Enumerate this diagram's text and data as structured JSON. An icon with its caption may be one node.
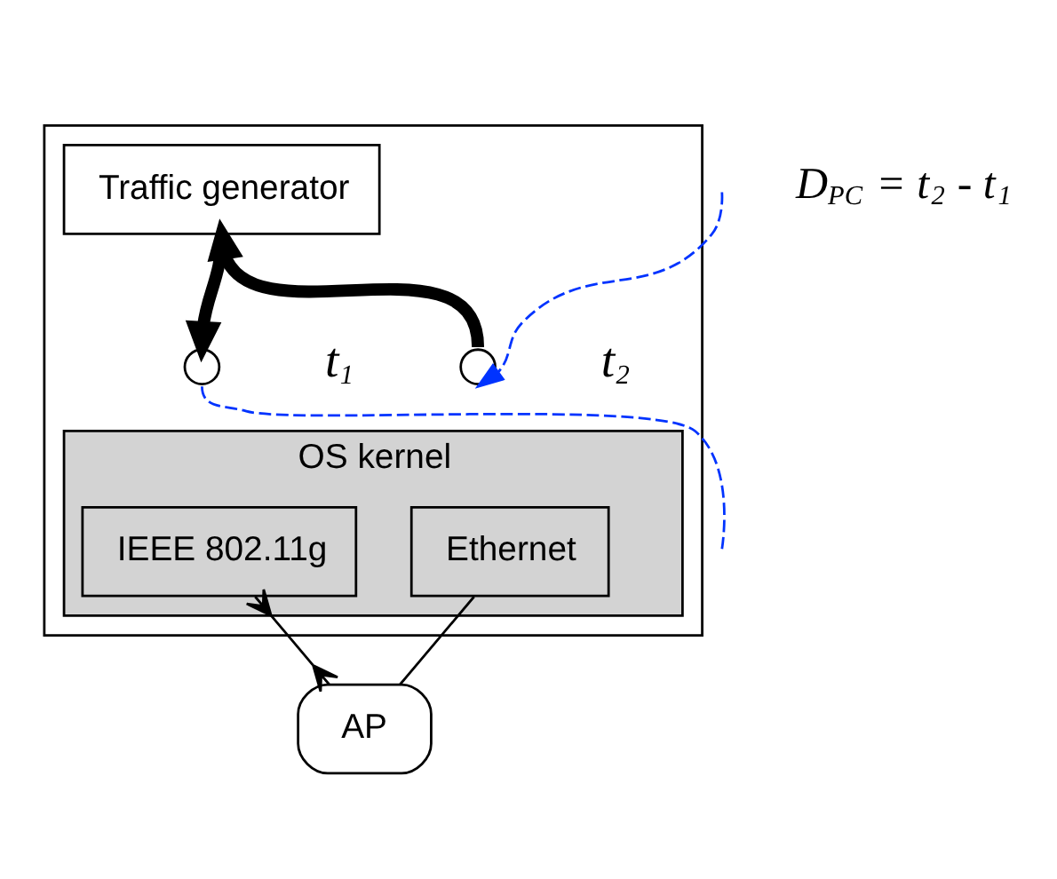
{
  "diagram": {
    "nodes": [
      {
        "text": [],
        "shape": "box"
      },
      {
        "text": [
          "Traffic generator"
        ],
        "in": 0
      },
      {
        "text": [
          "OS kernel"
        ],
        "in": 0
      },
      {
        "text": [],
        "shape": "circle",
        "in": 0,
        "beside": [
          "t$_{2}$"
        ]
      },
      {
        "text": [],
        "shape": "circle",
        "in": 0,
        "beside": [
          "t$_{1}$"
        ]
      },
      {
        "text": [
          "Ethernet"
        ],
        "in": 2
      },
      {
        "text": [
          "IEEE 802.11g"
        ],
        "in": 2
      },
      {
        "text": [
          "AP"
        ]
      }
    ],
    "edges": [
      {
        "from": 3,
        "to": 1,
        "arrow": "to",
        "style": "thick"
      },
      {
        "from": 1,
        "to": 4,
        "arrow": "to",
        "style": "thick"
      },
      {
        "from": 4,
        "to": null,
        "arrow": "none",
        "style": "dashed",
        "color": "#0033ff"
      },
      {
        "from": null,
        "to": 3,
        "arrow": "to",
        "style": "dashed",
        "color": "#0033ff"
      },
      {
        "from": 5,
        "to": 7,
        "arrow": "none"
      },
      {
        "from": 6,
        "to": 7,
        "arrow": "other"
      }
    ],
    "labels": [
      "D$_{PC}$ = t$_{2}$ - t$_{1}$"
    ]
  }
}
